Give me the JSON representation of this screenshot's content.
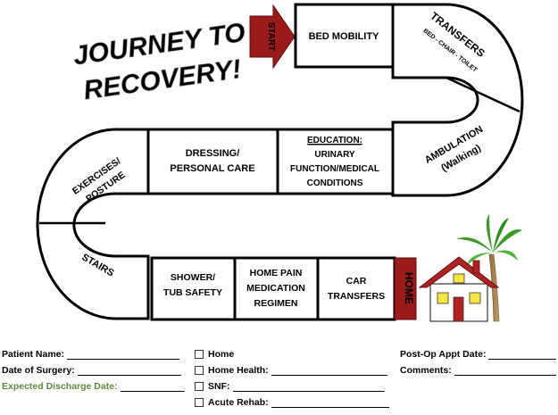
{
  "title": {
    "line1": "JOURNEY TO",
    "line2": "RECOVERY!"
  },
  "start_label": "START",
  "home_label": "HOME",
  "tiles": {
    "bed_mobility": "BED MOBILITY",
    "transfers": "TRANSFERS",
    "transfers_sub": "BED - CHAIR - TOILET",
    "ambulation": "AMBULATION",
    "ambulation_sub": "(Walking)",
    "education_title": "EDUCATION:",
    "education_line1": "URINARY",
    "education_line2": "FUNCTION/MEDICAL",
    "education_line3": "CONDITIONS",
    "dressing_line1": "DRESSING/",
    "dressing_line2": "PERSONAL CARE",
    "exercises_line1": "EXERCISES/",
    "exercises_line2": "POSTURE",
    "stairs": "STAIRS",
    "shower_line1": "SHOWER/",
    "shower_line2": "TUB SAFETY",
    "pain_line1": "HOME PAIN",
    "pain_line2": "MEDICATION",
    "pain_line3": "REGIMEN",
    "car_line1": "CAR",
    "car_line2": "TRANSFERS"
  },
  "form": {
    "patient_name": "Patient Name:",
    "date_of_surgery": "Date of Surgery:",
    "expected_discharge": "Expected Discharge Date:",
    "opt_home": "Home",
    "opt_home_health": "Home Health:",
    "opt_snf": "SNF:",
    "opt_acute_rehab": "Acute Rehab:",
    "post_op": "Post-Op Appt Date:",
    "comments": "Comments:"
  },
  "colors": {
    "accent_red": "#9b1b1b",
    "green_label": "#5a8a3a",
    "house_roof": "#b22222",
    "palm_green": "#3f9a2c"
  }
}
